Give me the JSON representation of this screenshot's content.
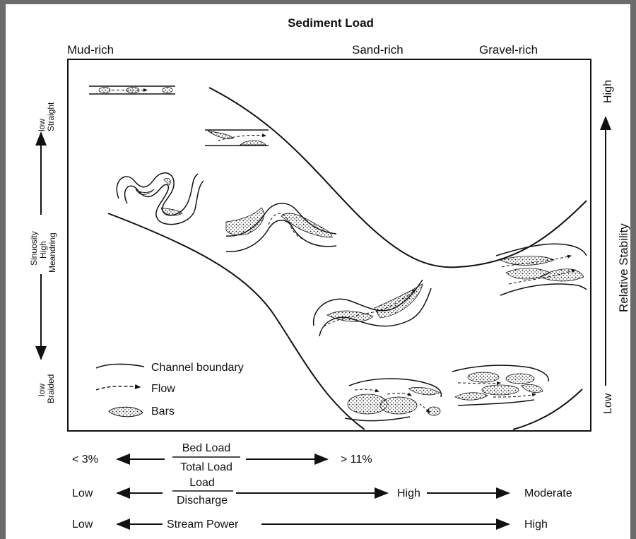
{
  "title": "Sediment Load",
  "top_labels": {
    "mud": "Mud-rich",
    "sand": "Sand-rich",
    "gravel": "Gravel-rich"
  },
  "left_axis": {
    "top_1": "low",
    "top_2": "Straight",
    "mid_1": "Sinuosity",
    "mid_2": "High",
    "mid_3": "Meandring",
    "bottom_1": "low",
    "bottom_2": "Braided"
  },
  "right_axis": {
    "high": "High",
    "title": "Relative Stability",
    "low": "Low"
  },
  "legend": {
    "boundary": "Channel boundary",
    "flow": "Flow",
    "bars": "Bars"
  },
  "bottom": {
    "bedload_left": "< 3%",
    "bedload_num": "Bed Load",
    "bedload_den": "Total Load",
    "bedload_right": "> 11%",
    "discharge_low": "Low",
    "discharge_num": "Load",
    "discharge_den": "Discharge",
    "discharge_high": "High",
    "discharge_moderate": "Moderate",
    "power_low": "Low",
    "power_label": "Stream Power",
    "power_high": "High"
  },
  "colors": {
    "ink": "#111111",
    "paper": "#ffffff",
    "frame": "#6b6b6b"
  }
}
